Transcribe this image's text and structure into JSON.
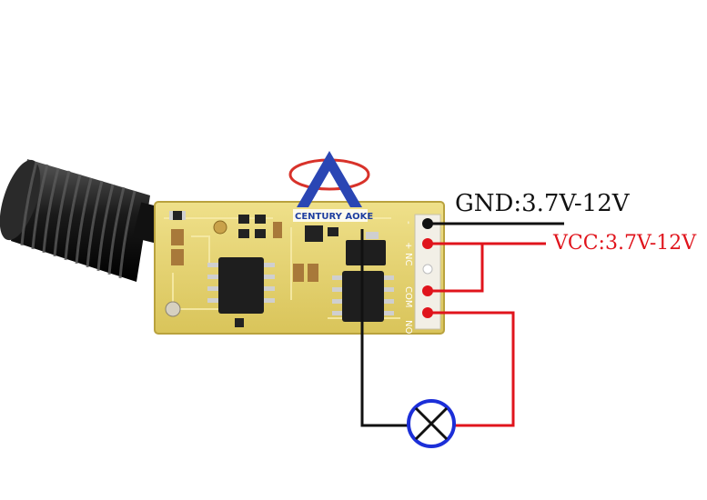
{
  "labels": {
    "gnd": "GND:3.7V-12V",
    "vcc": "VCC:3.7V-12V"
  },
  "logo": {
    "brand": "CENTURY AOKE",
    "icon": "triangle-orbit-logo"
  },
  "board": {
    "pin_labels": [
      "NO",
      "COM",
      "NC",
      "+",
      "-"
    ]
  },
  "colors": {
    "gnd_wire": "#111111",
    "vcc_wire": "#e0141c",
    "lamp_ring": "#1c2fd8",
    "board": "#e6d46a",
    "antenna": "#1a1a1a"
  }
}
